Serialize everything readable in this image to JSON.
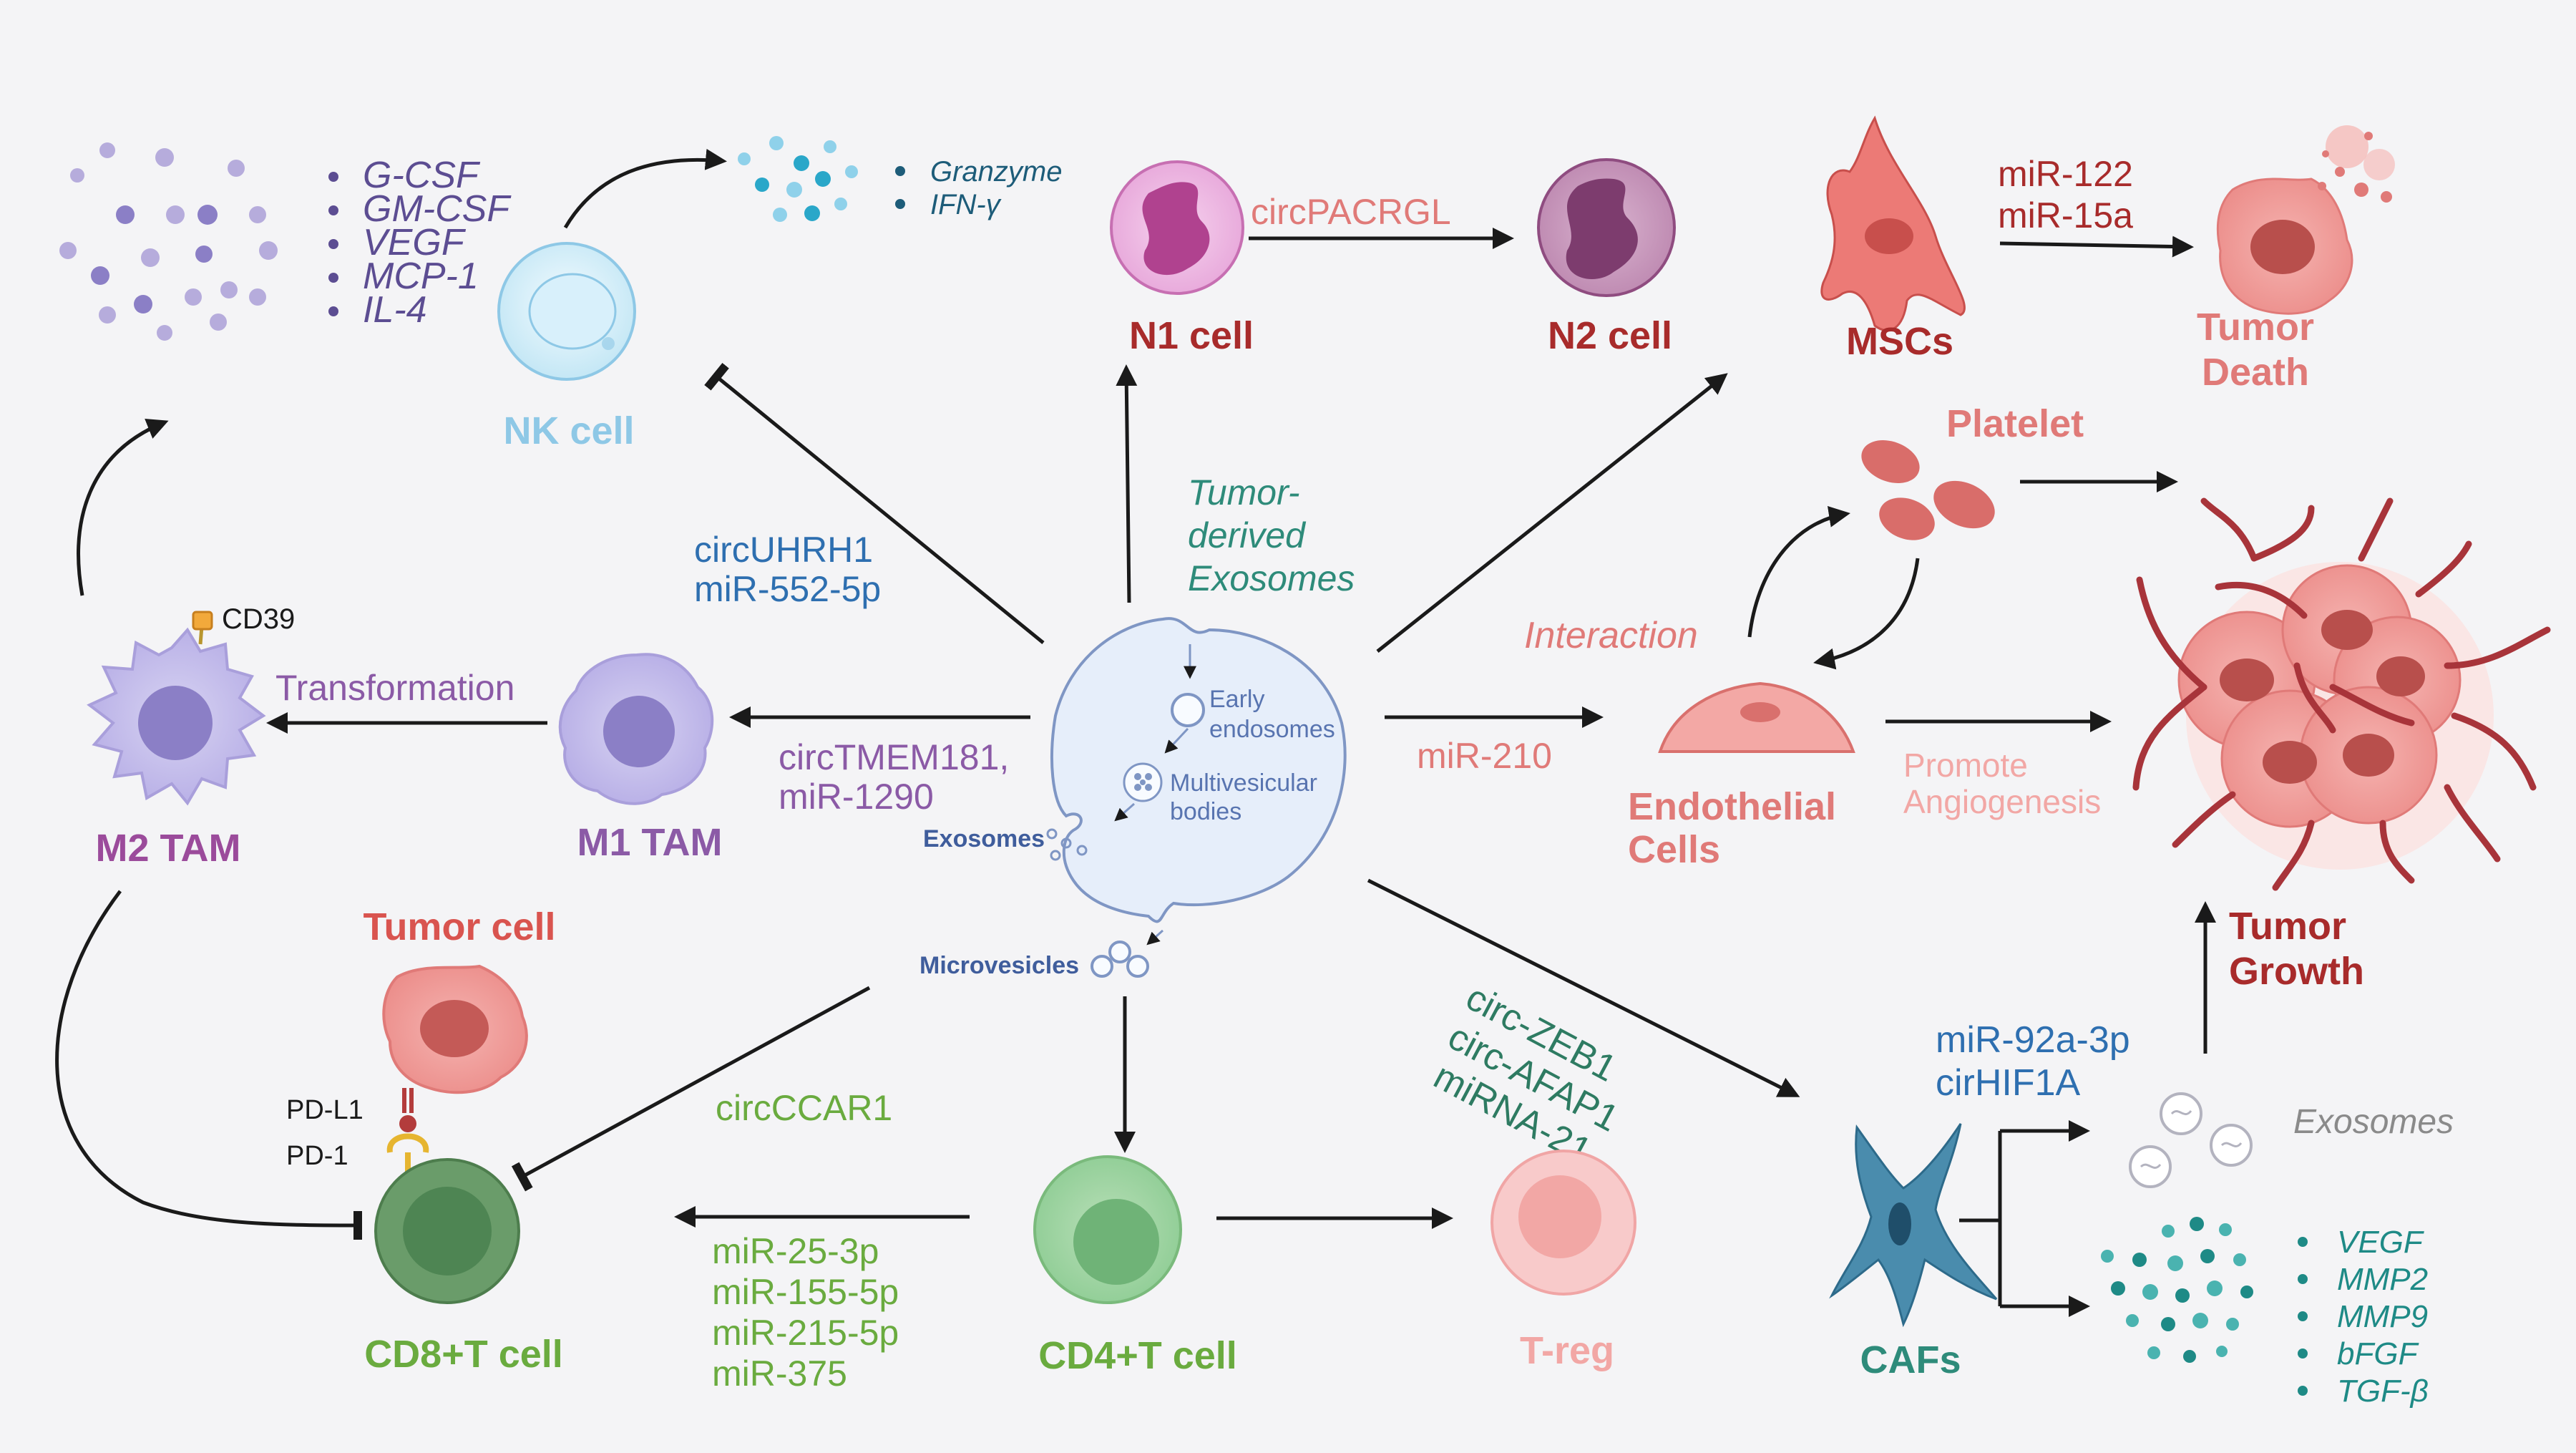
{
  "nk": {
    "label": "NK cell",
    "cytokines": [
      "G-CSF",
      "GM-CSF",
      "VEGF",
      "MCP-1",
      "IL-4"
    ],
    "secreted": [
      "Granzyme",
      "IFN-γ"
    ],
    "mirna": [
      "circUHRH1",
      "miR-552-5p"
    ]
  },
  "neutrophil": {
    "n1": "N1 cell",
    "n2": "N2 cell",
    "mirna": "circPACRGL"
  },
  "msc": {
    "label": "MSCs",
    "mirna": [
      "miR-122",
      "miR-15a"
    ],
    "outcome": [
      "Tumor",
      "Death"
    ]
  },
  "center": {
    "title": [
      "Tumor-",
      "derived",
      "Exosomes"
    ],
    "early": [
      "Early",
      "endosomes"
    ],
    "mvb": [
      "Multivesicular",
      "bodies"
    ],
    "exosomes": "Exosomes",
    "microvesicles": "Microvesicles"
  },
  "tam": {
    "m1": "M1 TAM",
    "m2": "M2 TAM",
    "transformation": "Transformation",
    "cd39": "CD39",
    "mirna": [
      "circTMEM181,",
      "miR-1290"
    ]
  },
  "tcell": {
    "tumor_cell": "Tumor cell",
    "pdl1": "PD-L1",
    "pd1": "PD-1",
    "cd8": "CD8+T cell",
    "cd4": "CD4+T cell",
    "treg": "T-reg",
    "circccar1": "circCCAR1",
    "cd4_mirna": [
      "miR-25-3p",
      "miR-155-5p",
      "miR-215-5p",
      "miR-375"
    ],
    "treg_mirna": [
      "circ-ZEB1",
      "circ-AFAP1",
      "miRNA-21"
    ]
  },
  "endo": {
    "platelet": "Platelet",
    "interaction": "Interaction",
    "mirna": "miR-210",
    "label": [
      "Endothelial",
      "Cells"
    ],
    "promote": [
      "Promote",
      "Angiogenesis"
    ]
  },
  "caf": {
    "label": "CAFs",
    "mirna": [
      "miR-92a-3p",
      "cirHIF1A"
    ],
    "exosomes": "Exosomes",
    "factors": [
      "VEGF",
      "MMP2",
      "MMP9",
      "bFGF",
      "TGF-β"
    ]
  },
  "growth": [
    "Tumor",
    "Growth"
  ],
  "colors": {
    "arrow": "#1a1a1a",
    "nk_blue": "#8ec8e6",
    "mirna_blue": "#2e6fb0",
    "neutro_red": "#a82b2b",
    "salmon": "#e07a78",
    "purple": "#8b5aa6",
    "green": "#6aab3f",
    "teal": "#2e8b7a",
    "pink": "#f2a7a5"
  }
}
